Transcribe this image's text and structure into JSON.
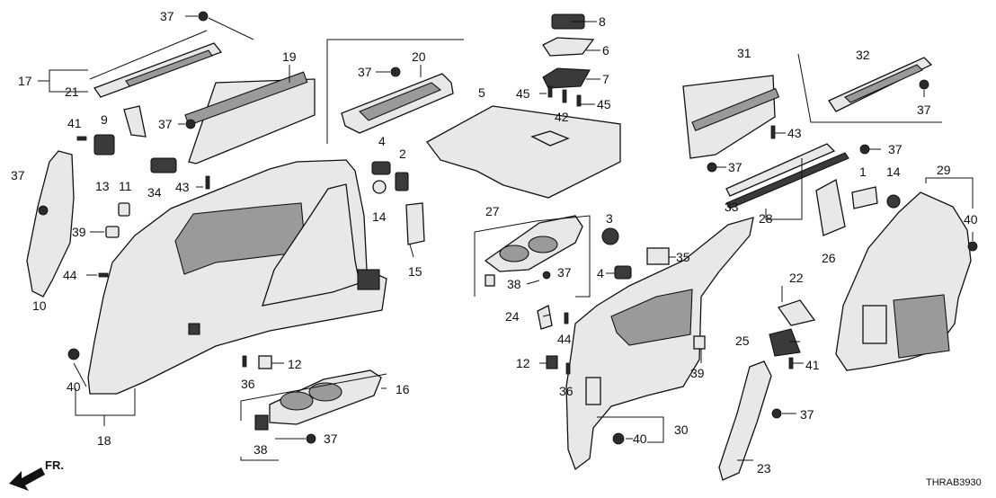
{
  "diagram": {
    "drawing_code": "THRAB3930",
    "direction_label": "FR.",
    "callouts": {
      "c1": "1",
      "c2": "2",
      "c3": "3",
      "c4a": "4",
      "c4b": "4",
      "c5": "5",
      "c6": "6",
      "c7": "7",
      "c8": "8",
      "c9": "9",
      "c10": "10",
      "c11": "11",
      "c12a": "12",
      "c12b": "12",
      "c13": "13",
      "c14a": "14",
      "c14b": "14",
      "c15": "15",
      "c16": "16",
      "c17": "17",
      "c18": "18",
      "c19": "19",
      "c20": "20",
      "c21": "21",
      "c22": "22",
      "c23": "23",
      "c24": "24",
      "c25": "25",
      "c26": "26",
      "c27": "27",
      "c28": "28",
      "c29": "29",
      "c30": "30",
      "c31": "31",
      "c32": "32",
      "c33": "33",
      "c34": "34",
      "c35": "35",
      "c36a": "36",
      "c36b": "36",
      "c37a": "37",
      "c37b": "37",
      "c37c": "37",
      "c37d": "37",
      "c37e": "37",
      "c37f": "37",
      "c37g": "37",
      "c37h": "37",
      "c37i": "37",
      "c37j": "37",
      "c38a": "38",
      "c38b": "38",
      "c39a": "39",
      "c39b": "39",
      "c40a": "40",
      "c40b": "40",
      "c40c": "40",
      "c41a": "41",
      "c41b": "41",
      "c42": "42",
      "c43a": "43",
      "c43b": "43",
      "c44a": "44",
      "c44b": "44",
      "c45a": "45",
      "c45b": "45"
    }
  }
}
